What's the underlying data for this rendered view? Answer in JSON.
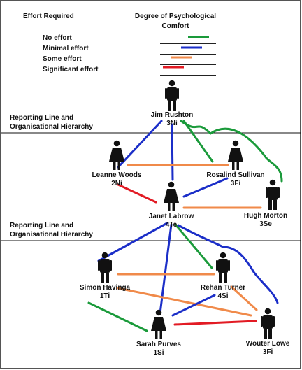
{
  "legend": {
    "effort_header": "Effort Required",
    "comfort_header_line1": "Degree of Psychological",
    "comfort_header_line2": "Comfort",
    "items": [
      {
        "label": "No effort",
        "color": "#1a9a3a"
      },
      {
        "label": "Minimal effort",
        "color": "#1b2ec8"
      },
      {
        "label": "Some effort",
        "color": "#f08a4a"
      },
      {
        "label": "Significant effort",
        "color": "#e21b24"
      }
    ]
  },
  "sections": [
    {
      "line1": "Reporting Line and",
      "line2": "Organisational Hierarchy"
    },
    {
      "line1": "Reporting Line and",
      "line2": "Organisational Hierarchy"
    }
  ],
  "people": [
    {
      "id": "jim",
      "name": "Jim Rushton",
      "type": "3Ni",
      "gender": "male"
    },
    {
      "id": "leanne",
      "name": "Leanne Woods",
      "type": "2Ni",
      "gender": "female"
    },
    {
      "id": "rosalind",
      "name": "Rosalind Sullivan",
      "type": "3Fi",
      "gender": "female"
    },
    {
      "id": "janet",
      "name": "Janet Labrow",
      "type": "4Te",
      "gender": "female"
    },
    {
      "id": "hugh",
      "name": "Hugh Morton",
      "type": "3Se",
      "gender": "male"
    },
    {
      "id": "simon",
      "name": "Simon Havinga",
      "type": "1Ti",
      "gender": "male"
    },
    {
      "id": "rehan",
      "name": "Rehan Turner",
      "type": "4Si",
      "gender": "male"
    },
    {
      "id": "sarah",
      "name": "Sarah Purves",
      "type": "1Si",
      "gender": "female"
    },
    {
      "id": "wouter",
      "name": "Wouter Lowe",
      "type": "3Fi",
      "gender": "male"
    }
  ],
  "relationships": [
    {
      "from": "jim",
      "to": "leanne",
      "effort": "Minimal effort"
    },
    {
      "from": "jim",
      "to": "janet",
      "effort": "Minimal effort"
    },
    {
      "from": "jim",
      "to": "rosalind",
      "effort": "No effort"
    },
    {
      "from": "jim",
      "to": "hugh",
      "effort": "No effort"
    },
    {
      "from": "leanne",
      "to": "rosalind",
      "effort": "Some effort"
    },
    {
      "from": "leanne",
      "to": "janet",
      "effort": "Significant effort"
    },
    {
      "from": "janet",
      "to": "rosalind",
      "effort": "Minimal effort"
    },
    {
      "from": "janet",
      "to": "hugh",
      "effort": "Some effort"
    },
    {
      "from": "janet",
      "to": "simon",
      "effort": "Minimal effort"
    },
    {
      "from": "janet",
      "to": "sarah",
      "effort": "Minimal effort"
    },
    {
      "from": "janet",
      "to": "rehan",
      "effort": "No effort"
    },
    {
      "from": "janet",
      "to": "wouter",
      "effort": "Minimal effort"
    },
    {
      "from": "simon",
      "to": "rehan",
      "effort": "Some effort"
    },
    {
      "from": "simon",
      "to": "wouter",
      "effort": "Some effort"
    },
    {
      "from": "simon",
      "to": "sarah",
      "effort": "No effort"
    },
    {
      "from": "rehan",
      "to": "sarah",
      "effort": "Minimal effort"
    },
    {
      "from": "rehan",
      "to": "wouter",
      "effort": "Some effort"
    },
    {
      "from": "sarah",
      "to": "wouter",
      "effort": "Significant effort"
    }
  ]
}
